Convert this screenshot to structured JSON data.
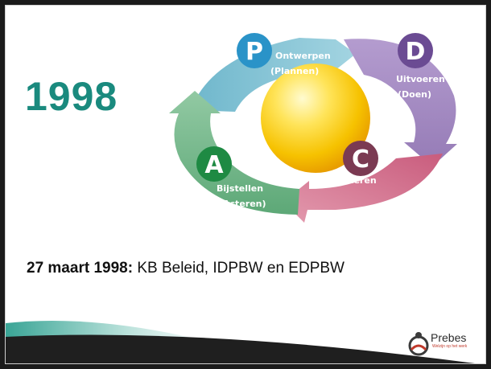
{
  "year_title": "1998",
  "cycle": {
    "plan": {
      "letter": "P",
      "line1": "Ontwerpen",
      "line2": "(Plannen)",
      "color": "#2a93c8",
      "arrow_color": "#8cc8d9"
    },
    "do": {
      "letter": "D",
      "line1": "Uitvoeren",
      "line2": "(Doen)",
      "color": "#6b4b93",
      "arrow_color": "#a88fc4"
    },
    "check": {
      "letter": "C",
      "line1": "Controleren",
      "color": "#7b3a52",
      "arrow_color": "#d27891"
    },
    "act": {
      "letter": "A",
      "line1": "Bijstellen",
      "line2": "(Acteren)",
      "color": "#1e8a43",
      "arrow_color": "#7fbf92"
    },
    "center_color": "#f6c200"
  },
  "caption": {
    "bold": "27 maart 1998:",
    "text": " KB Beleid, IDPBW en EDPBW"
  },
  "logo": {
    "name": "Prebes",
    "tagline": "Welzijn op het werk"
  },
  "colors": {
    "accent": "#1a8a7e",
    "swoosh": "#4fb3a6"
  }
}
